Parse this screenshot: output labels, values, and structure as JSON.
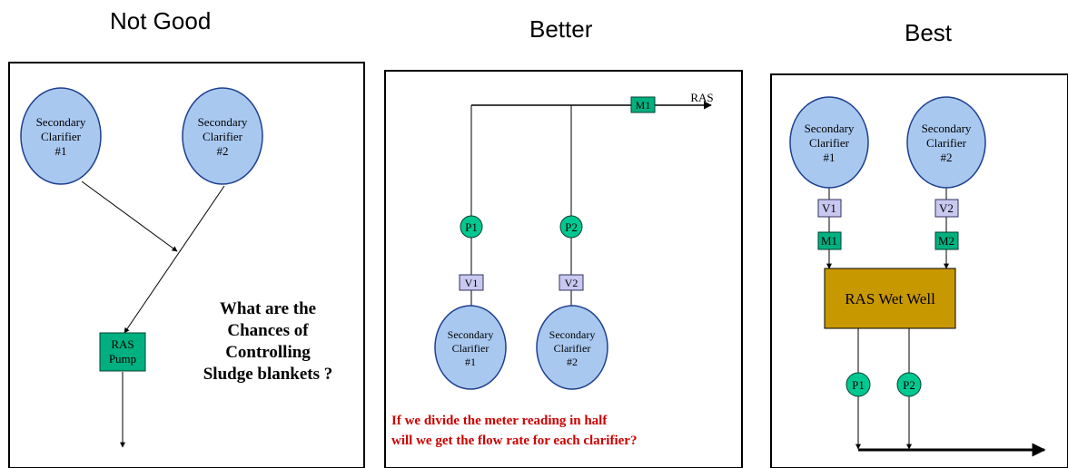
{
  "headings": {
    "not_good": "Not Good",
    "better": "Better",
    "best": "Best"
  },
  "panel1": {
    "clarifier1": [
      "Secondary",
      "Clarifier",
      "#1"
    ],
    "clarifier2": [
      "Secondary",
      "Clarifier",
      "#2"
    ],
    "pump": [
      "RAS",
      "Pump"
    ],
    "question": [
      "What are the",
      "Chances of",
      "Controlling",
      "Sludge blankets ?"
    ]
  },
  "panel2": {
    "meter": "M1",
    "ras": "RAS",
    "pump1": "P1",
    "pump2": "P2",
    "valve1": "V1",
    "valve2": "V2",
    "clarifier1": [
      "Secondary",
      "Clarifier",
      "#1"
    ],
    "clarifier2": [
      "Secondary",
      "Clarifier",
      "#2"
    ],
    "question": [
      "If we divide the meter reading in half",
      "will we get the flow rate for each clarifier?"
    ]
  },
  "panel3": {
    "clarifier1": [
      "Secondary",
      "Clarifier",
      "#1"
    ],
    "clarifier2": [
      "Secondary",
      "Clarifier",
      "#2"
    ],
    "valve1": "V1",
    "valve2": "V2",
    "meter1": "M1",
    "meter2": "M2",
    "wetwell": "RAS Wet Well",
    "pump1": "P1",
    "pump2": "P2"
  },
  "colors": {
    "clarifier": "#a9c8f0",
    "meter": "#00b080",
    "pump": "#00c890",
    "valve": "#c8c8f0",
    "wetwell": "#c89800",
    "question_red": "#cc0000"
  }
}
